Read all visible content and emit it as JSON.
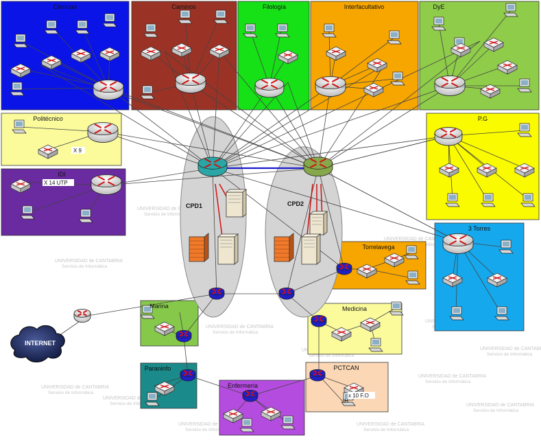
{
  "zones": [
    {
      "id": "ciencias",
      "label": "Ciencias",
      "color": "#0a14e6"
    },
    {
      "id": "caminos",
      "label": "Caminos",
      "color": "#9b3226"
    },
    {
      "id": "filologia",
      "label": "Filología",
      "color": "#16e016"
    },
    {
      "id": "interfacultativo",
      "label": "Interfacultativo",
      "color": "#f7a600"
    },
    {
      "id": "dye",
      "label": "DyE",
      "color": "#8fcc4a"
    },
    {
      "id": "politecnico",
      "label": "Politécnico",
      "color": "#fbfb9c"
    },
    {
      "id": "idi",
      "label": "IDI",
      "color": "#6a2aa0"
    },
    {
      "id": "pg",
      "label": "P.G",
      "color": "#fbfb00"
    },
    {
      "id": "torres",
      "label": "3 Torres",
      "color": "#16a8ec"
    },
    {
      "id": "torrelavega",
      "label": "Torrelavega",
      "color": "#f7a600"
    },
    {
      "id": "marina",
      "label": "Marina",
      "color": "#86c94a"
    },
    {
      "id": "medicina",
      "label": "Medicina",
      "color": "#fbfb9c"
    },
    {
      "id": "paraninfo",
      "label": "Paraninfo",
      "color": "#1a8a8a"
    },
    {
      "id": "pctcan",
      "label": "PCTCAN",
      "color": "#fbd7b5"
    },
    {
      "id": "enfermeria",
      "label": "Enfermeria",
      "color": "#b54ce0"
    }
  ],
  "cores": [
    {
      "id": "cpd1",
      "label": "CPD1"
    },
    {
      "id": "cpd2",
      "label": "CPD2"
    }
  ],
  "annotations": {
    "politecnico_link": "X 9",
    "idi_link": "X 14 UTP",
    "pctcan_link": "x 10 F.O",
    "pctcan_ih": "IH"
  },
  "internet_label": "INTERNET",
  "watermark": {
    "line1": "UNIVERSIDAD de CANTABRIA",
    "line2": "Servicio de Informática"
  },
  "colors": {
    "core1": "#2aa6a6",
    "core2": "#86a84a",
    "router_blue": "#1f1fc8",
    "arrow_red": "#d01010",
    "cpd_ellipse": "#d4d4d4"
  }
}
